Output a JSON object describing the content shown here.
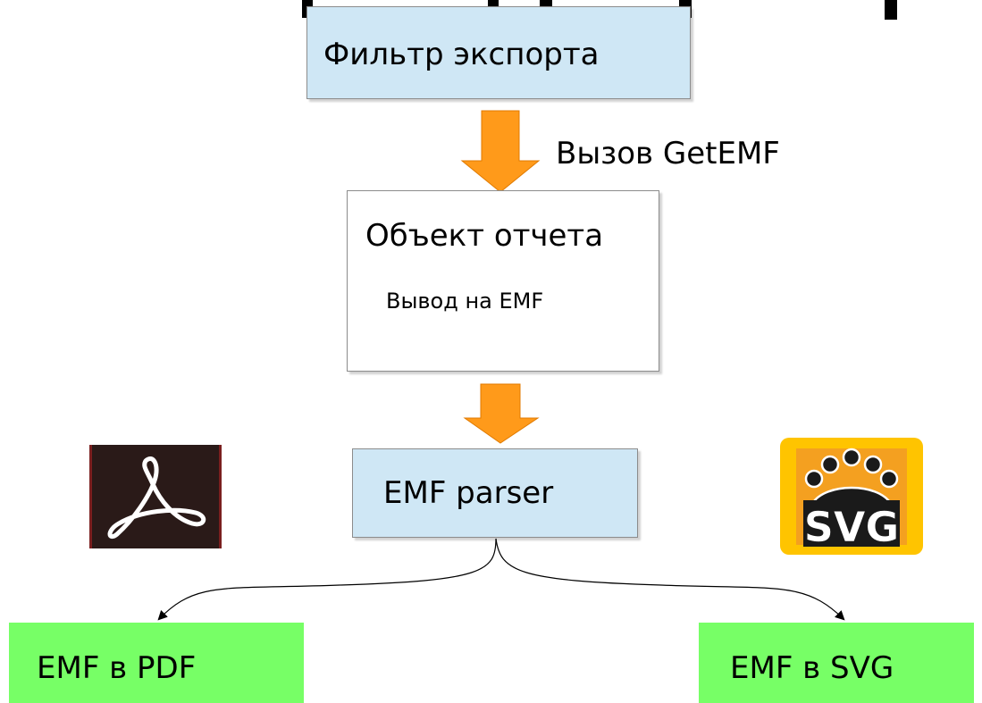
{
  "title_fragment": "",
  "boxes": {
    "export_filter": "Фильтр экспорта",
    "report_object_title": "Объект отчета",
    "report_object_detail": "Вывод на EMF",
    "emf_parser": "EMF parser",
    "emf_to_pdf": "EMF в PDF",
    "emf_to_svg": "EMF в SVG"
  },
  "arrow_labels": {
    "get_emf_call": "Вызов GetEMF"
  },
  "logos": {
    "pdf": "acrobat-pdf-icon",
    "svg": "svg-format-icon",
    "svg_text": "SVG"
  },
  "colors": {
    "blue_box": "#cfe7f5",
    "green_box": "#77ff66",
    "orange_arrow": "#ff9a1a",
    "svg_logo_bg": "#ffc400",
    "pdf_logo_bg": "#2a1a18"
  }
}
